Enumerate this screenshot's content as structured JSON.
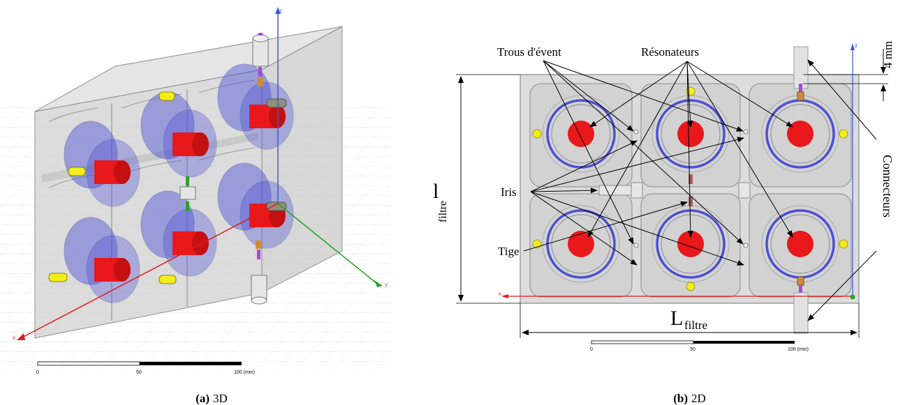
{
  "left_panel": {
    "caption_letter": "(a)",
    "caption_text": "3D",
    "axis_z": "z",
    "axis_y": "y",
    "axis_x": "x",
    "scale": {
      "t0": "0",
      "t1": "50",
      "t2": "100 (mm)"
    }
  },
  "right_panel": {
    "caption_letter": "(b)",
    "caption_text": "2D",
    "labels": {
      "vent_holes": "Trous d'évent",
      "resonators": "Résonateurs",
      "iris": "Iris",
      "rod": "Tige",
      "connectors": "Connecteurs",
      "dim_4mm": "4 mm",
      "height_main": "l",
      "height_sub": "filtre",
      "length_main": "L",
      "length_sub": "filtre"
    },
    "axis_z": "z",
    "axis_x": "x",
    "scale": {
      "t0": "0",
      "t1": "50",
      "t2": "100 (mm)"
    }
  },
  "colors": {
    "housing_fill": "#d9d9d9",
    "cavity_fill": "#cfcfcf",
    "resonator_red": "#e8181b",
    "ring_blue": "#4b4fd6",
    "tuning_yellow": "#f2ec1c",
    "connector_purple": "#a64bd4",
    "axis_blue": "#3b58e6",
    "axis_green": "#26a626",
    "axis_red": "#e01b1b"
  }
}
